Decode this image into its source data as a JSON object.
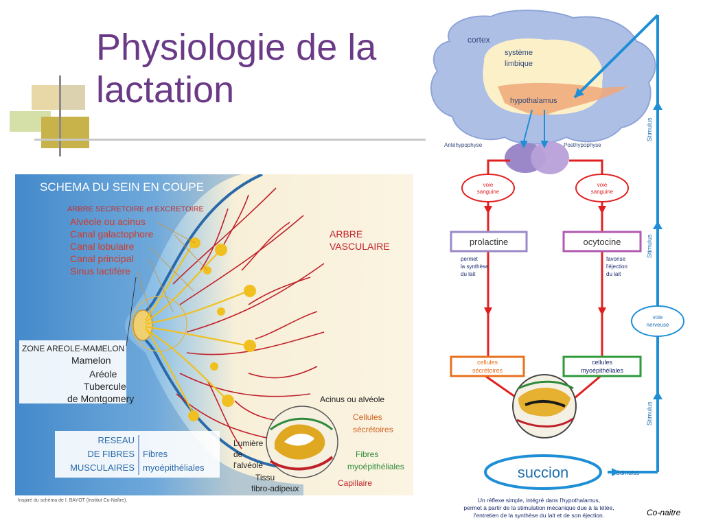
{
  "slide": {
    "title": "Physiologie de la lactation",
    "copyright": "Co-naitre"
  },
  "left_diagram": {
    "heading": "SCHEMA DU SEIN EN COUPE",
    "secretory_tree": {
      "header": "ARBRE SECRETOIRE et EXCRETOIRE",
      "items": [
        "Alvéole ou acinus",
        "Canal galactophore",
        "Canal lobulaire",
        "Canal principal",
        "Sinus lactifère"
      ]
    },
    "vascular_tree": [
      "ARBRE",
      "VASCULAIRE"
    ],
    "areola_zone": {
      "header": "ZONE AREOLE-MAMELON",
      "items": [
        "Mamelon",
        "Aréole",
        "Tubercule",
        "de Montgomery"
      ]
    },
    "muscle_network": {
      "left_lines": [
        "RESEAU",
        "DE FIBRES",
        "MUSCULAIRES"
      ],
      "right_lines": [
        "Fibres",
        "myoépithéliales"
      ]
    },
    "detail_labels": {
      "acinus": "Acinus ou alvéole",
      "secretory_cells": [
        "Cellules",
        "sécrétoires"
      ],
      "lumen": [
        "Lumière",
        "de",
        "l'alvéole"
      ],
      "myo_fibres": [
        "Fibres",
        "myoépithéliales"
      ],
      "tissue": [
        "Tissu",
        "fibro-adipeux"
      ],
      "capillary": "Capillaire"
    },
    "source_credit": "Inspiré du schéma de I. BAYOT (Institut Co-Naître)."
  },
  "right_diagram": {
    "brain_labels": {
      "cortex": "cortex",
      "limbic": [
        "système",
        "limbique"
      ],
      "hypothalamus": "hypothalamus",
      "ante": "Antéhypophyse",
      "post": "Posthypophyse"
    },
    "blood_route_left": [
      "voie",
      "sanguine"
    ],
    "blood_route_right": [
      "voie",
      "sanguine"
    ],
    "hormone_left": "prolactine",
    "hormone_right": "ocytocine",
    "effect_left": [
      "permet",
      "la synthèse",
      "du lait"
    ],
    "effect_right": [
      "favorise",
      "l'éjection",
      "du lait"
    ],
    "cells_left": [
      "cellules",
      "sécrétoires"
    ],
    "cells_right": [
      "cellules",
      "myoépithéliales"
    ],
    "nerve_route": [
      "voie",
      "nerveuse"
    ],
    "stimulus_labels": [
      "Stimulus",
      "Stimulus",
      "Stimulus",
      "Stimulus"
    ],
    "suction": "succion",
    "caption_lines": [
      "Un réflexe simple, intégré dans l'hypothalamus,",
      "permet à partir de la stimulation mécanique due à la tétée,",
      "l'entretien de la synthèse du lait et de son éjection."
    ]
  },
  "colors": {
    "title": "#6a3a86",
    "red_path": "#e02020",
    "blue_path": "#1e8fd6",
    "prolactine_box": "#9a88c8",
    "ocytocine_box": "#b05ab0",
    "cells_left_box": "#e8701e",
    "cells_right_box": "#2e9a3a",
    "schema_blue": "#3a7fc4",
    "duct_yellow": "#f0c020",
    "vessel_red": "#c0202a"
  }
}
